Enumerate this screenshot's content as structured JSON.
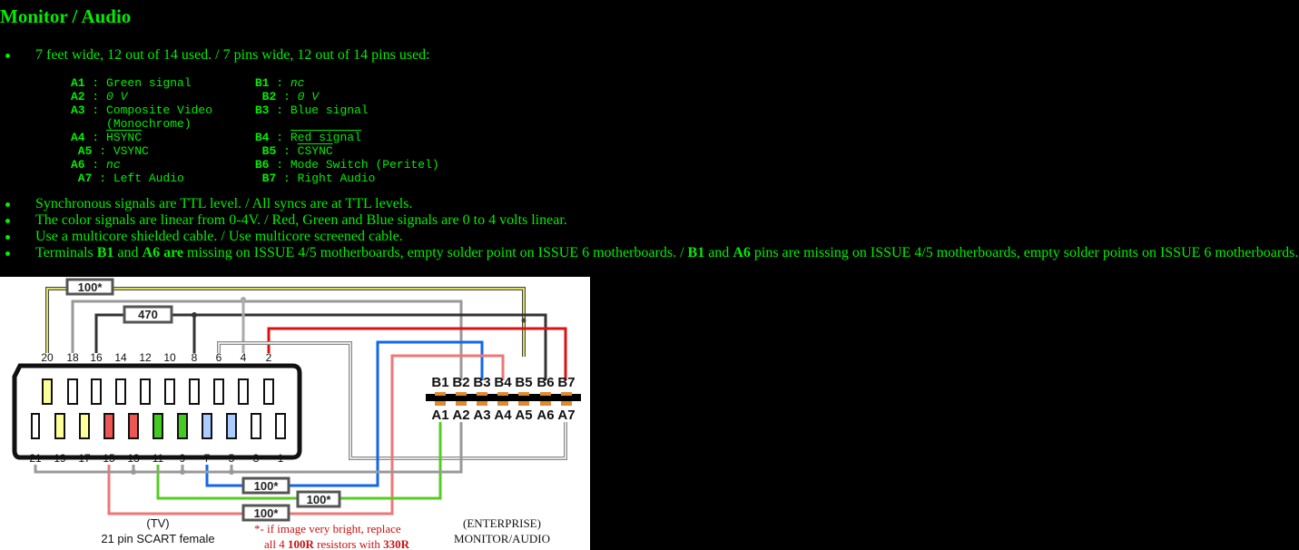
{
  "heading": "Monitor / Audio",
  "intro": "7 feet wide, 12 out of 14 used. / 7 pins wide, 12 out of 14 pins used:",
  "pins": {
    "left": [
      {
        "pin": "A1",
        "sep": " : ",
        "desc": "Green signal"
      },
      {
        "pin": "A2",
        "sep": " : ",
        "desc": "0 V"
      },
      {
        "pin": "A3",
        "sep": " : ",
        "desc": "Composite Video"
      },
      {
        "pin": "",
        "sep": "",
        "desc": "(Monochrome)"
      },
      {
        "pin": "A4",
        "sep": " : ",
        "desc": "HSYNC"
      },
      {
        "pin": "A5",
        "sep": " : ",
        "desc": "VSYNC"
      },
      {
        "pin": "A6",
        "sep": " : ",
        "desc": "nc"
      },
      {
        "pin": "A7",
        "sep": " : ",
        "desc": "Left Audio"
      }
    ],
    "right": [
      {
        "pin": "B1",
        "sep": " : ",
        "desc": "nc"
      },
      {
        "pin": "B2",
        "sep": " : ",
        "desc": "0 V"
      },
      {
        "pin": "B3",
        "sep": " : ",
        "desc": "Blue signal"
      },
      {
        "pin": "",
        "sep": "",
        "desc": ""
      },
      {
        "pin": "B4",
        "sep": " : ",
        "desc": "Red signal"
      },
      {
        "pin": "B5",
        "sep": " : ",
        "desc": "CSYNC"
      },
      {
        "pin": "B6",
        "sep": " : ",
        "desc": "Mode Switch (Peritel)"
      },
      {
        "pin": "B7",
        "sep": " : ",
        "desc": "Right Audio"
      }
    ]
  },
  "notes": [
    "Synchronous signals are TTL level. / All syncs are at TTL levels.",
    "The color signals are linear from 0-4V. / Red, Green and Blue signals are 0 to 4 volts linear.",
    "Use a multicore shielded cable. / Use multicore screened cable."
  ],
  "note4": {
    "t1": "Terminals ",
    "b1": "B1",
    "t2": " and ",
    "b2": "A6 are",
    "t3": " missing on ISSUE 4/5 motherboards, empty solder point on ISSUE 6 motherboards. / ",
    "b3": "B1",
    "t4": " and ",
    "b4": "A6",
    "t5": " pins are missing on ISSUE 4/5 motherboards, empty solder points on ISSUE 6 motherboards."
  },
  "diagram": {
    "resistors": [
      "100*",
      "470",
      "100*",
      "100*",
      "100*"
    ],
    "scart_top_numbers": [
      "20",
      "18",
      "16",
      "14",
      "12",
      "10",
      "8",
      "6",
      "4",
      "2"
    ],
    "scart_bottom_numbers": [
      "21",
      "19",
      "17",
      "15",
      "13",
      "11",
      "9",
      "7",
      "5",
      "3",
      "1"
    ],
    "enterprise_top": [
      "B1",
      "B2",
      "B3",
      "B4",
      "B5",
      "B6",
      "B7"
    ],
    "enterprise_bottom": [
      "A1",
      "A2",
      "A3",
      "A4",
      "A5",
      "A6",
      "A7"
    ],
    "tv_label_1": "(TV)",
    "tv_label_2": "21 pin SCART female",
    "ent_label_1": "(ENTERPRISE)",
    "ent_label_2": "MONITOR/AUDIO",
    "note_line1": "*- if image very bright, replace",
    "note_line2_a": "all 4 ",
    "note_line2_b": "100R",
    "note_line2_c": " resistors with ",
    "note_line2_d": "330R",
    "colors": {
      "red": "#dd1111",
      "green": "#55cc22",
      "blue": "#1166ee",
      "pink": "#ee7777",
      "grey": "#999999",
      "black": "#222222",
      "yellow": "#dddd66"
    }
  }
}
